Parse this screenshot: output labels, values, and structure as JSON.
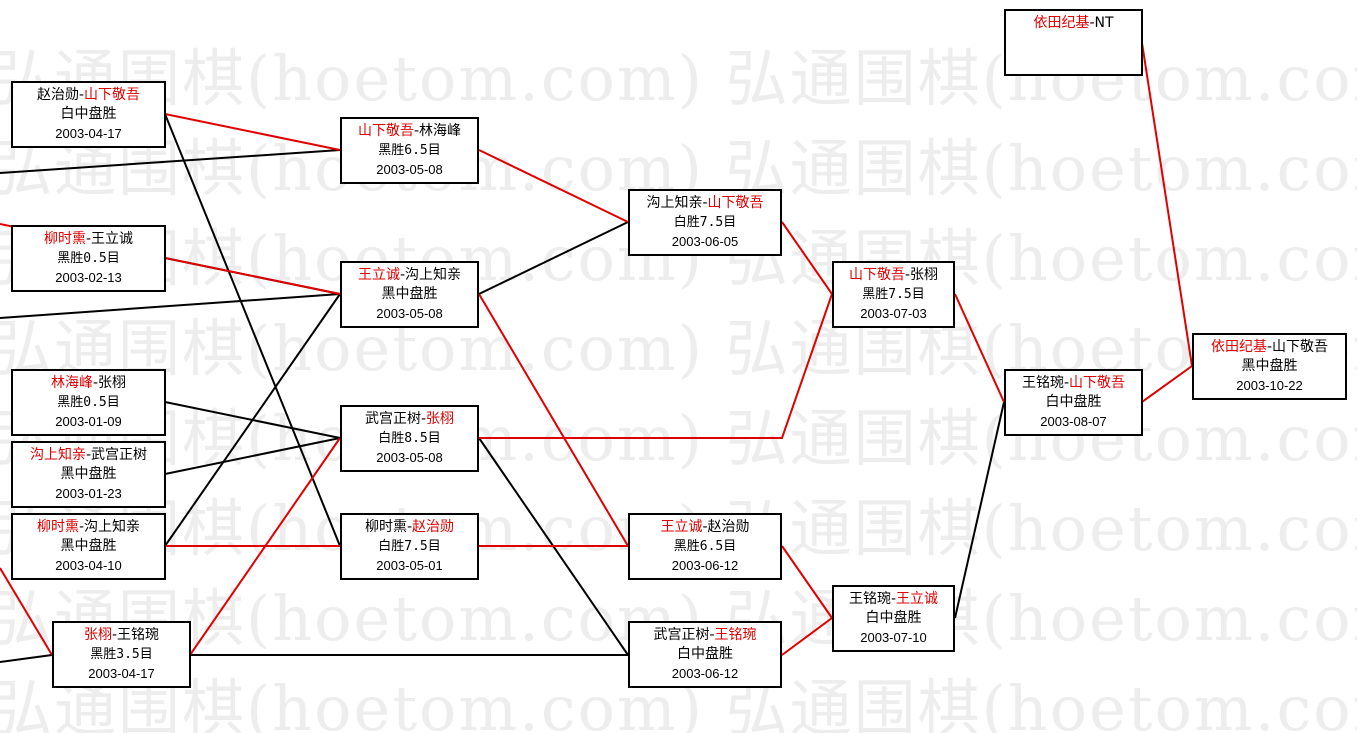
{
  "watermark": "弘通围棋(hoetom.com) 弘通围棋(hoetom.com) 弘",
  "colors": {
    "winner": "#e00000",
    "line_win": "#e00000",
    "line_loss": "#000000",
    "border": "#000000"
  },
  "games": [
    {
      "id": "g1",
      "p1": "赵治勋",
      "sep": "-",
      "p2": "山下敬吾",
      "winner": 2,
      "result": "白中盘胜",
      "date": "2003-04-17"
    },
    {
      "id": "g2",
      "p1": "柳时熏",
      "sep": "-",
      "p2": "王立诚",
      "winner": 1,
      "result": "黑胜0.5目",
      "date": "2003-02-13"
    },
    {
      "id": "g3",
      "p1": "林海峰",
      "sep": "-",
      "p2": "张栩",
      "winner": 1,
      "result": "黑胜0.5目",
      "date": "2003-01-09"
    },
    {
      "id": "g4",
      "p1": "沟上知亲",
      "sep": "-",
      "p2": "武宫正树",
      "winner": 1,
      "result": "黑中盘胜",
      "date": "2003-01-23"
    },
    {
      "id": "g5",
      "p1": "柳时熏",
      "sep": "-",
      "p2": "沟上知亲",
      "winner": 1,
      "result": "黑中盘胜",
      "date": "2003-04-10"
    },
    {
      "id": "g6",
      "p1": "张栩",
      "sep": "-",
      "p2": "王铭琬",
      "winner": 1,
      "result": "黑胜3.5目",
      "date": "2003-04-17"
    },
    {
      "id": "g7",
      "p1": "山下敬吾",
      "sep": "-",
      "p2": "林海峰",
      "winner": 1,
      "result": "黑胜6.5目",
      "date": "2003-05-08"
    },
    {
      "id": "g8",
      "p1": "王立诚",
      "sep": "-",
      "p2": "沟上知亲",
      "winner": 1,
      "result": "黑中盘胜",
      "date": "2003-05-08"
    },
    {
      "id": "g9",
      "p1": "武宫正树",
      "sep": "-",
      "p2": "张栩",
      "winner": 2,
      "result": "白胜8.5目",
      "date": "2003-05-08"
    },
    {
      "id": "g10",
      "p1": "柳时熏",
      "sep": "-",
      "p2": "赵治勋",
      "winner": 2,
      "result": "白胜7.5目",
      "date": "2003-05-01"
    },
    {
      "id": "g11",
      "p1": "沟上知亲",
      "sep": "-",
      "p2": "山下敬吾",
      "winner": 2,
      "result": "白胜7.5目",
      "date": "2003-06-05"
    },
    {
      "id": "g12",
      "p1": "王立诚",
      "sep": "-",
      "p2": "赵治勋",
      "winner": 1,
      "result": "黑胜6.5目",
      "date": "2003-06-12"
    },
    {
      "id": "g13",
      "p1": "武宫正树",
      "sep": "-",
      "p2": "王铭琬",
      "winner": 2,
      "result": "白中盘胜",
      "date": "2003-06-12"
    },
    {
      "id": "g14",
      "p1": "山下敬吾",
      "sep": "-",
      "p2": "张栩",
      "winner": 1,
      "result": "黑胜7.5目",
      "date": "2003-07-03"
    },
    {
      "id": "g15",
      "p1": "王铭琬",
      "sep": "-",
      "p2": "王立诚",
      "winner": 2,
      "result": "白中盘胜",
      "date": "2003-07-10"
    },
    {
      "id": "g16",
      "p1": "王铭琬",
      "sep": "-",
      "p2": "山下敬吾",
      "winner": 2,
      "result": "白中盘胜",
      "date": "2003-08-07"
    },
    {
      "id": "g17",
      "p1": "依田纪基",
      "sep": "-",
      "p2": "NT",
      "winner": 1,
      "result": "",
      "date": ""
    },
    {
      "id": "g18",
      "p1": "依田纪基",
      "sep": "-",
      "p2": "山下敬吾",
      "winner": 1,
      "result": "黑中盘胜",
      "date": "2003-10-22"
    }
  ]
}
